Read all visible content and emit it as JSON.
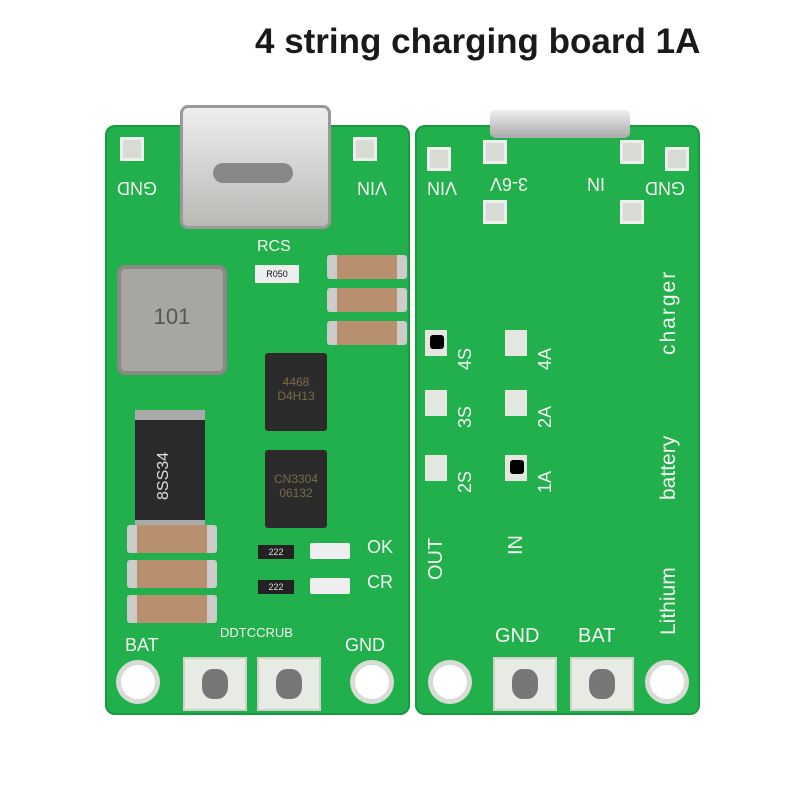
{
  "title": "4 string charging board 1A",
  "left_board": {
    "gnd_top": "GND",
    "vin_top": "VIN",
    "rcs": "RCS",
    "resistor": "R050",
    "inductor": "101",
    "diode": "8SS34",
    "chip1": {
      "line1": "4468",
      "line2": "D4H13"
    },
    "chip2": {
      "line1": "CN3304",
      "line2": "06132"
    },
    "led_res1": "222",
    "led_res2": "222",
    "ok": "OK",
    "cr": "CR",
    "bat": "BAT",
    "code": "DDTCCRUB",
    "gnd_bottom": "GND"
  },
  "right_board": {
    "vin": "VIN",
    "input_range": "3-6V",
    "in": "IN",
    "gnd_top": "GND",
    "cells": [
      "4S",
      "3S",
      "2S"
    ],
    "currents": [
      "4A",
      "2A",
      "1A"
    ],
    "out": "OUT",
    "in_arrow": "IN",
    "label1": "Lithium",
    "label2": "battery",
    "label3": "charger",
    "gnd_bottom": "GND",
    "bat": "BAT"
  }
}
